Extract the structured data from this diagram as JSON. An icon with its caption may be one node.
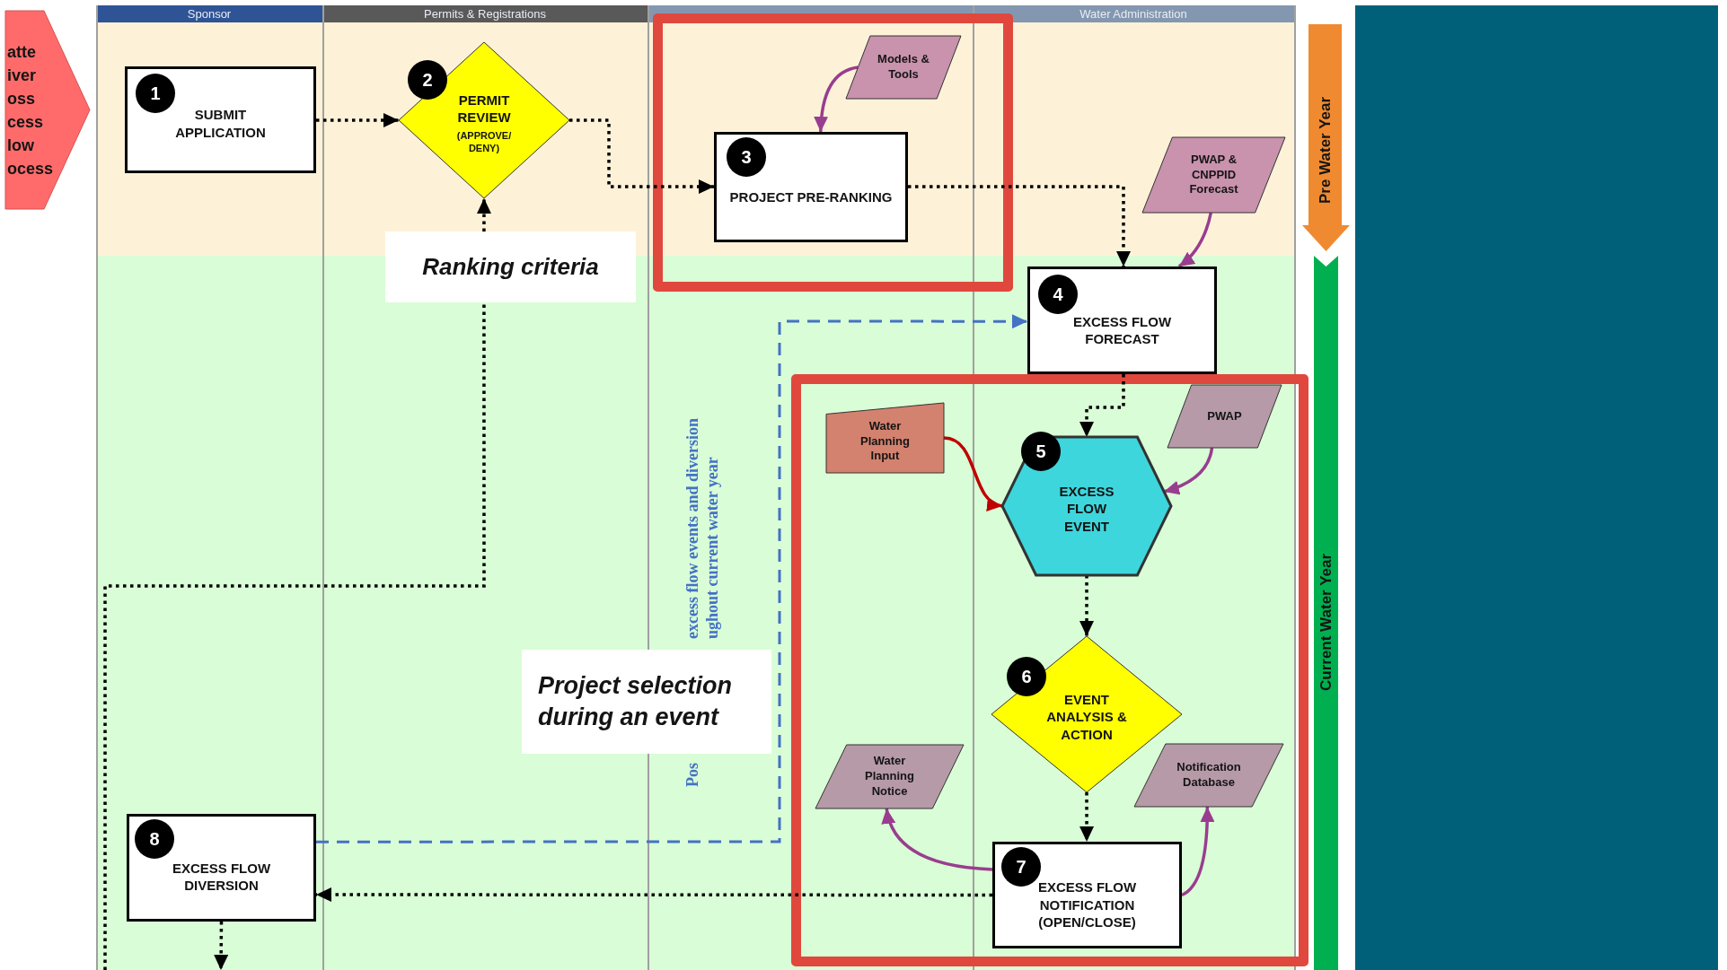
{
  "diagram": {
    "nodes": [
      {
        "text": [
          "atte iver oss cess low ocess"
        ]
      },
      {
        "text": [
          "1",
          "SUBMIT APPLICATION"
        ]
      },
      {
        "text": [
          "2",
          "PERMIT REVIEW",
          "(APPROVE/ DENY)"
        ]
      },
      {
        "text": [
          "Models & Tools"
        ]
      },
      {
        "text": [
          "3",
          "PROJECT PRE-RANKING"
        ]
      },
      {
        "text": [
          "PWAP & CNPPID Forecast"
        ]
      },
      {
        "text": [
          "Ranking criteria"
        ]
      },
      {
        "text": [
          "4",
          "EXCESS FLOW FORECAST"
        ]
      },
      {
        "text": [
          "Water Planning Input"
        ]
      },
      {
        "text": [
          "PWAP"
        ]
      },
      {
        "text": [
          "5",
          "EXCESS FLOW EVENT"
        ]
      },
      {
        "text": [
          "Project selection during an event"
        ]
      },
      {
        "text": [
          "6",
          "EVENT ANALYSIS & ACTION"
        ]
      },
      {
        "text": [
          "Water Planning Notice"
        ]
      },
      {
        "text": [
          "Notification Database"
        ]
      },
      {
        "text": [
          "8",
          "EXCESS FLOW DIVERSION"
        ]
      },
      {
        "text": [
          "7",
          "EXCESS FLOW NOTIFICATION (OPEN/CLOSE)"
        ]
      },
      {
        "text": [
          "Pre Water Year"
        ]
      },
      {
        "text": [
          "Current Water Year"
        ]
      }
    ],
    "edges": [
      {
        "from": 1,
        "to": 2,
        "arrow": "to",
        "style": "dashed"
      },
      {
        "from": 2,
        "to": 4,
        "arrow": "to",
        "style": "dashed"
      },
      {
        "from": 4,
        "to": 7,
        "arrow": "to",
        "style": "dashed"
      },
      {
        "from": 3,
        "to": 4,
        "arrow": "to",
        "color": "#993d8f"
      },
      {
        "from": 5,
        "to": 7,
        "arrow": "to",
        "color": "#993d8f"
      },
      {
        "from": null,
        "to": 6,
        "arrow": "none",
        "style": "dashed"
      },
      {
        "from": 6,
        "to": 2,
        "arrow": "to",
        "style": "dashed"
      },
      {
        "from": 15,
        "to": 7,
        "arrow": "to",
        "style": "dashed",
        "color": "#4472c4"
      },
      {
        "from": 7,
        "to": 10,
        "arrow": "to",
        "style": "dashed"
      },
      {
        "from": 8,
        "to": 10,
        "arrow": "to",
        "color": "#c00000"
      },
      {
        "from": 9,
        "to": 10,
        "arrow": "to",
        "color": "#993d8f"
      },
      {
        "from": 10,
        "to": 12,
        "arrow": "to",
        "style": "dashed"
      },
      {
        "from": 12,
        "to": 16,
        "arrow": "to",
        "style": "dashed"
      },
      {
        "from": 16,
        "to": 13,
        "arrow": "to",
        "color": "#993d8f"
      },
      {
        "from": 16,
        "to": 14,
        "arrow": "to",
        "color": "#993d8f"
      },
      {
        "from": 16,
        "to": 15,
        "arrow": "to",
        "style": "dashed"
      },
      {
        "from": 15,
        "to": null,
        "arrow": "to",
        "style": "dashed"
      }
    ],
    "labels": [
      "Sponsor",
      "Permits & Registrations",
      "Water Administration",
      "excess flow events and diversion",
      "Pos",
      "ughout current water year"
    ]
  }
}
